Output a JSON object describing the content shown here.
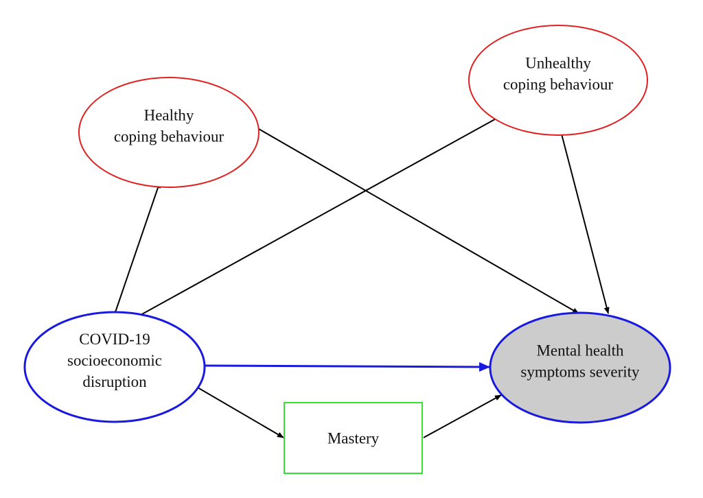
{
  "diagram": {
    "type": "path-model",
    "nodes": [
      {
        "id": "healthy",
        "shape": "ellipse",
        "lines": [
          "Healthy",
          "coping behaviour"
        ],
        "stroke": "#e02020",
        "fill": "#ffffff"
      },
      {
        "id": "unhealthy",
        "shape": "ellipse",
        "lines": [
          "Unhealthy",
          "coping behaviour"
        ],
        "stroke": "#e02020",
        "fill": "#ffffff"
      },
      {
        "id": "covid",
        "shape": "ellipse",
        "lines": [
          "COVID-19",
          "socioeconomic",
          "disruption"
        ],
        "stroke": "#1a1adf",
        "fill": "#ffffff"
      },
      {
        "id": "mental",
        "shape": "ellipse",
        "lines": [
          "Mental health",
          "symptoms severity"
        ],
        "stroke": "#1a1adf",
        "fill": "#cccccc"
      },
      {
        "id": "mastery",
        "shape": "rect",
        "lines": [
          "Mastery"
        ],
        "stroke": "#33e033",
        "fill": "#ffffff"
      }
    ],
    "edges": [
      {
        "from": "covid",
        "to": "healthy",
        "color": "#000000",
        "emphasis": false
      },
      {
        "from": "covid",
        "to": "unhealthy",
        "color": "#000000",
        "emphasis": false
      },
      {
        "from": "healthy",
        "to": "mental",
        "color": "#000000",
        "emphasis": false
      },
      {
        "from": "unhealthy",
        "to": "mental",
        "color": "#000000",
        "emphasis": false
      },
      {
        "from": "covid",
        "to": "mental",
        "color": "#1a1adf",
        "emphasis": true
      },
      {
        "from": "covid",
        "to": "mastery",
        "color": "#000000",
        "emphasis": false
      },
      {
        "from": "mastery",
        "to": "mental",
        "color": "#000000",
        "emphasis": false
      }
    ]
  }
}
